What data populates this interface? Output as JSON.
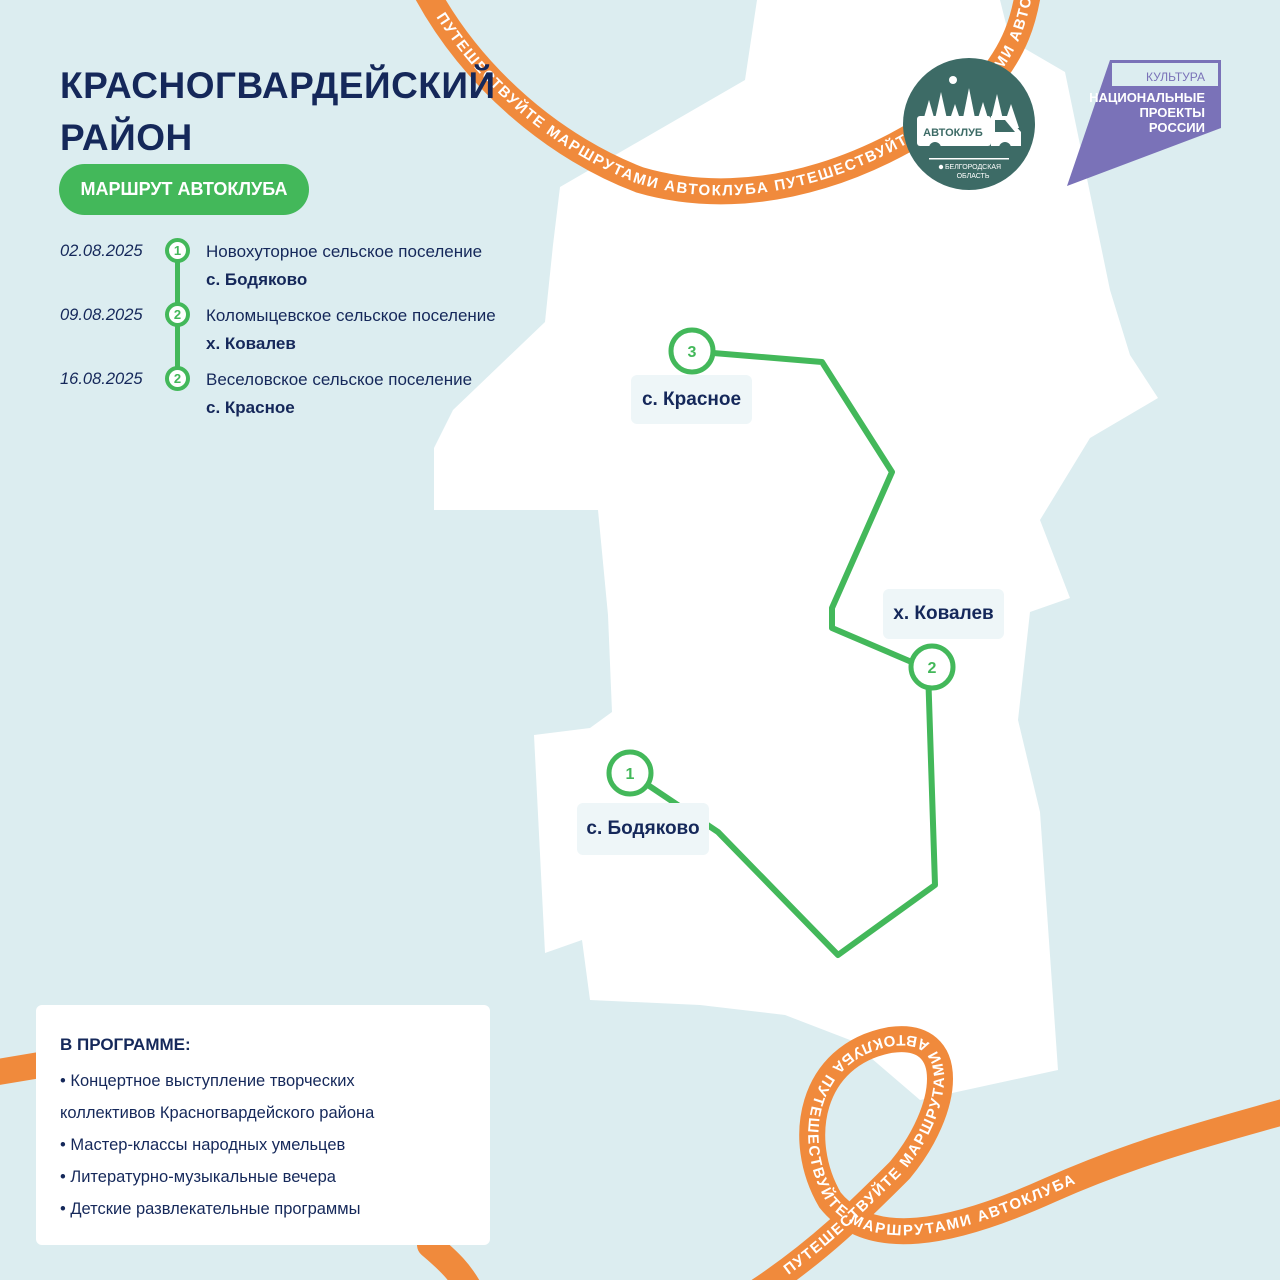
{
  "header": {
    "title": "КРАСНОГВАРДЕЙСКИЙ РАЙОН",
    "route_badge": "МАРШРУТ АВТОКЛУБА"
  },
  "schedule": [
    {
      "date": "02.08.2025",
      "marker": "1",
      "settlement": "Новохуторное сельское поселение",
      "village": "с. Бодяково"
    },
    {
      "date": "09.08.2025",
      "marker": "2",
      "settlement": "Коломыцевское сельское поселение",
      "village": "х. Ковалев"
    },
    {
      "date": "16.08.2025",
      "marker": "2",
      "settlement": "Веселовское сельское поселение",
      "village": "с. Красное"
    }
  ],
  "map": {
    "stops": [
      {
        "marker": "1",
        "label": "с. Бодяково"
      },
      {
        "marker": "2",
        "label": "х. Ковалев"
      },
      {
        "marker": "3",
        "label": "с. Красное"
      }
    ]
  },
  "ribbon": {
    "text": "ПУТЕШЕСТВУЙТЕ МАРШРУТАМИ АВТОКЛУБА"
  },
  "program": {
    "title": "В ПРОГРАММЕ:",
    "items": [
      "• Концертное выступление творческих",
      "коллективов Красногвардейского района",
      "• Мастер-классы народных умельцев",
      "• Литературно-музыкальные вечера",
      "• Детские развлекательные программы"
    ]
  },
  "logos": {
    "autoclub_name": "АВТОКЛУБ",
    "autoclub_region_line1": "БЕЛГОРОДСКАЯ",
    "autoclub_region_line2": "ОБЛАСТЬ",
    "np_line1": "КУЛЬТУРА",
    "np_line2": "НАЦИОНАЛЬНЫЕ",
    "np_line3": "ПРОЕКТЫ",
    "np_line4": "РОССИИ"
  },
  "colors": {
    "background": "#dcedf0",
    "region": "#ffffff",
    "route_green": "#43b85a",
    "ribbon_orange": "#f08a3c",
    "text_navy": "#15285a",
    "autoclub_teal": "#3d6b66",
    "np_purple": "#7a72b8"
  }
}
